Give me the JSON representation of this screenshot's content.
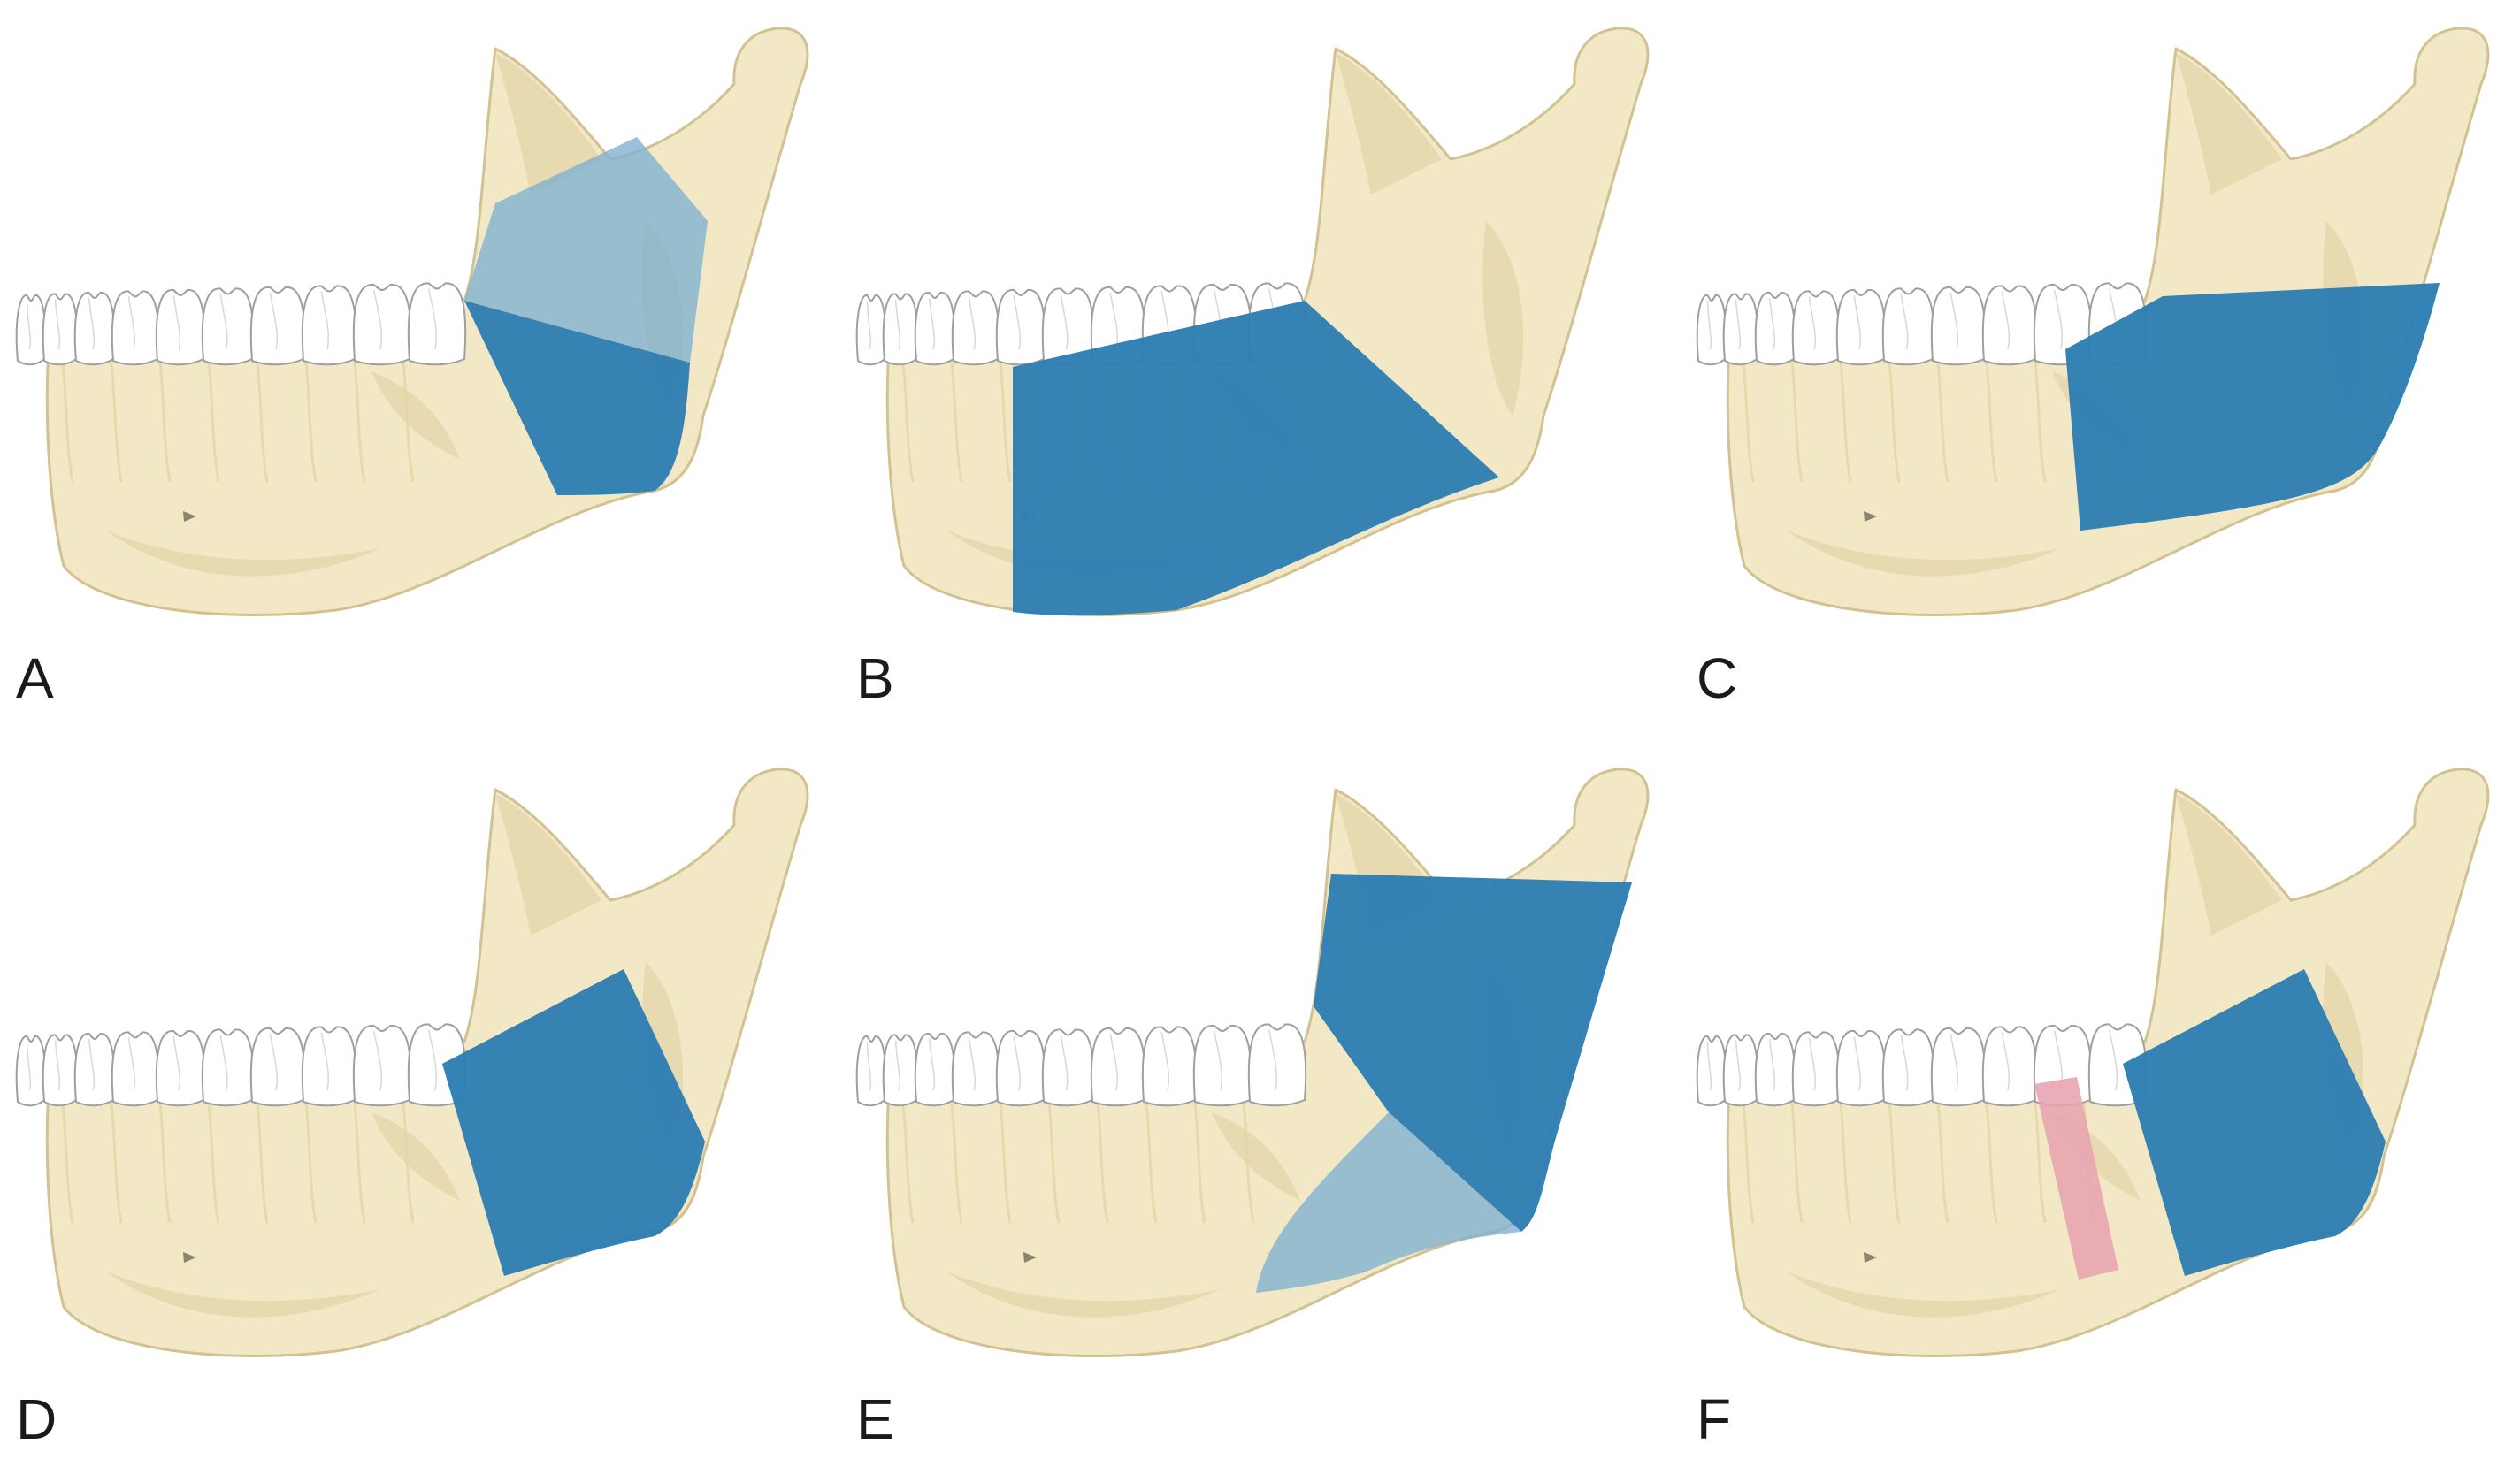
{
  "colors": {
    "bone": "#f2e8c6",
    "bone_shade": "#e2d4a6",
    "bone_outline": "#d2c291",
    "tooth": "#ffffff",
    "tooth_outline": "#9f9f9f",
    "region_blue": "#2e7eb3",
    "region_blue_light": "#7fb1cf",
    "region_pink": "#e7a3b1",
    "foramen": "#8b8270",
    "label": "#1a1a1a"
  },
  "icons": [
    "mandible-illustration"
  ],
  "panels": [
    {
      "label": "A",
      "regions": [
        {
          "shape": "ramus-upper-band",
          "style": "light"
        },
        {
          "shape": "angle-lower",
          "style": "solid"
        }
      ]
    },
    {
      "label": "B",
      "regions": [
        {
          "shape": "body-wide",
          "style": "solid"
        }
      ]
    },
    {
      "label": "C",
      "regions": [
        {
          "shape": "ramus-angle-block",
          "style": "solid"
        }
      ]
    },
    {
      "label": "D",
      "regions": [
        {
          "shape": "angle-diagonal",
          "style": "solid"
        }
      ]
    },
    {
      "label": "E",
      "regions": [
        {
          "shape": "ramus-upper-block",
          "style": "solid"
        },
        {
          "shape": "angle-posterior-band",
          "style": "light"
        }
      ]
    },
    {
      "label": "F",
      "regions": [
        {
          "shape": "angle-diagonal",
          "style": "solid"
        },
        {
          "shape": "body-strip",
          "style": "pink"
        }
      ]
    }
  ]
}
